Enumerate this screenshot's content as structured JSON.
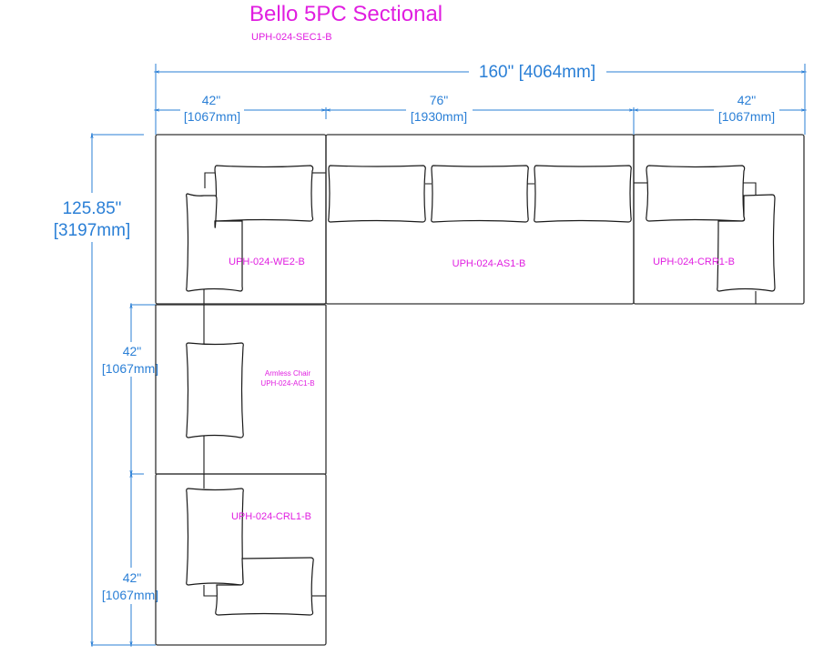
{
  "header": {
    "title": "Bello 5PC Sectional",
    "sku": "UPH-024-SEC1-B"
  },
  "colors": {
    "label": "#e01ee0",
    "dimension": "#2a7fd6",
    "outline": "#333333"
  },
  "dimensions": {
    "overall_width": "160\" [4064mm]",
    "overall_depth_in": "125.85\"",
    "overall_depth_mm": "[3197mm]",
    "top_left_in": "42\"",
    "top_left_mm": "[1067mm]",
    "top_mid_in": "76\"",
    "top_mid_mm": "[1930mm]",
    "top_right_in": "42\"",
    "top_right_mm": "[1067mm]",
    "left_upper_in": "42\"",
    "left_upper_mm": "[1067mm]",
    "left_lower_in": "42\"",
    "left_lower_mm": "[1067mm]"
  },
  "pieces": {
    "wedge": "UPH-024-WE2-B",
    "armless_sofa": "UPH-024-AS1-B",
    "corner_right": "UPH-024-CRR1-B",
    "armless_chair_name": "Armless Chair",
    "armless_chair_sku": "UPH-024-AC1-B",
    "corner_left": "UPH-024-CRL1-B"
  }
}
